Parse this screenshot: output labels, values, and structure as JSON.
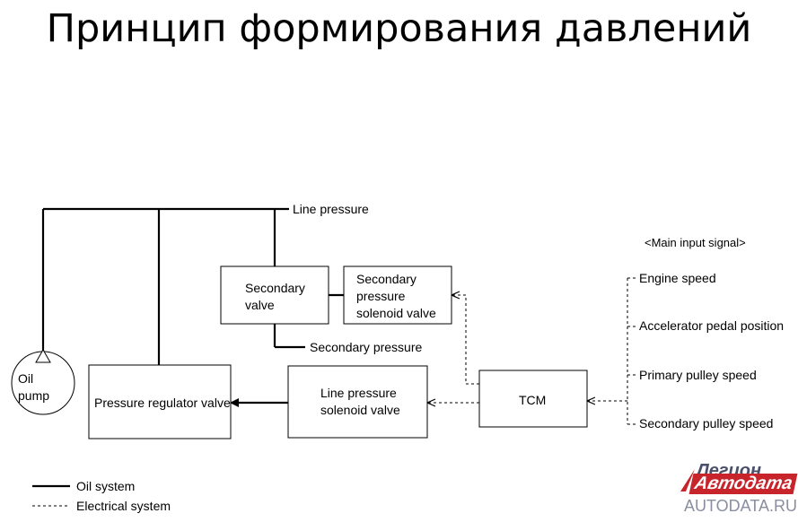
{
  "title": "Принцип формирования давлений",
  "diagram": {
    "line_pressure": "Line pressure",
    "secondary_pressure": "Secondary pressure",
    "secondary_valve": [
      "Secondary",
      "valve"
    ],
    "secondary_solenoid": [
      "Secondary",
      "pressure",
      "solenoid valve"
    ],
    "oil_pump": [
      "Oil",
      "pump"
    ],
    "pressure_regulator_valve": "Pressure regulator valve",
    "line_pressure_solenoid": [
      "Line pressure",
      "solenoid valve"
    ],
    "tcm": "TCM",
    "main_input_signal": "<Main input signal>",
    "inputs": [
      "Engine speed",
      "Accelerator pedal position",
      "Primary pulley speed",
      "Secondary pulley speed"
    ]
  },
  "legend": {
    "oil_system": "Oil system",
    "electrical_system": "Electrical system"
  },
  "logo": {
    "line1": "Легион",
    "line2": "Автодата",
    "line3": "AUTODATA.RU",
    "colors": {
      "dark": "#4a4f6a",
      "red": "#c8242b",
      "grey": "#8a8ea0"
    }
  }
}
